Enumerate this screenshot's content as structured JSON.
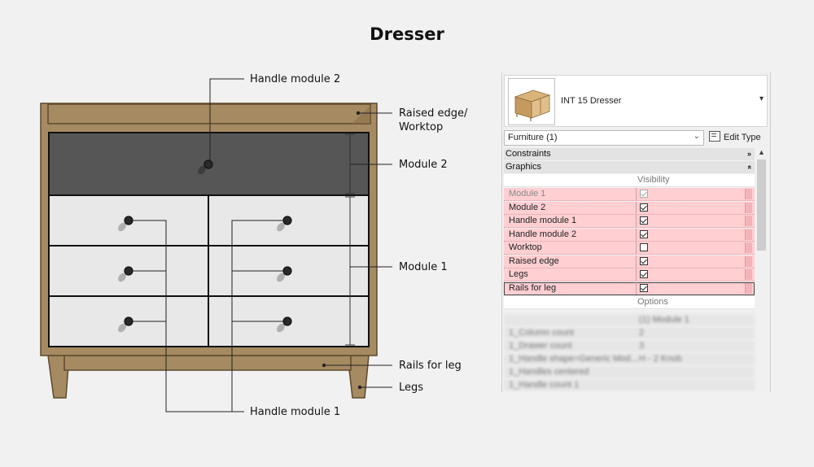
{
  "title": "Dresser",
  "callouts": {
    "handle_module_2": "Handle module 2",
    "raised_edge_line1": "Raised edge/",
    "raised_edge_line2": "Worktop",
    "module_2": "Module 2",
    "module_1": "Module 1",
    "rails_for_leg": "Rails for leg",
    "legs": "Legs",
    "handle_module_1": "Handle module 1"
  },
  "colors": {
    "wood": "#a58a62",
    "wood_dark": "#5e4a2d",
    "module_2_fill": "#565656",
    "module_1_fill": "#e8e8e8",
    "highlight_row": "#ffcfd2"
  },
  "panel": {
    "type_name": "INT 15 Dresser",
    "category": "Furniture (1)",
    "edit_type": "Edit Type",
    "sections": {
      "constraints": "Constraints",
      "graphics": "Graphics"
    },
    "visibility_header": "Visibility",
    "options_header": "Options",
    "rows": [
      {
        "label": "Module 1",
        "checked": true,
        "dim": true
      },
      {
        "label": "Module 2",
        "checked": true
      },
      {
        "label": "Handle module 1",
        "checked": true
      },
      {
        "label": "Handle module 2",
        "checked": true
      },
      {
        "label": "Worktop",
        "checked": false
      },
      {
        "label": "Raised edge",
        "checked": true
      },
      {
        "label": "Legs",
        "checked": true
      },
      {
        "label": "Rails for leg",
        "checked": true,
        "selected": true
      }
    ],
    "blurred_rows": [
      {
        "label": "",
        "value": "(1) Module 1"
      },
      {
        "label": "1_Column count",
        "value": "2"
      },
      {
        "label": "1_Drawer count",
        "value": "3"
      },
      {
        "label": "1_Handle shape=Generic Mod...",
        "value": "H - 2 Knob"
      },
      {
        "label": "1_Handles centered",
        "value": ""
      },
      {
        "label": "1_Handle count 1",
        "value": ""
      }
    ]
  }
}
